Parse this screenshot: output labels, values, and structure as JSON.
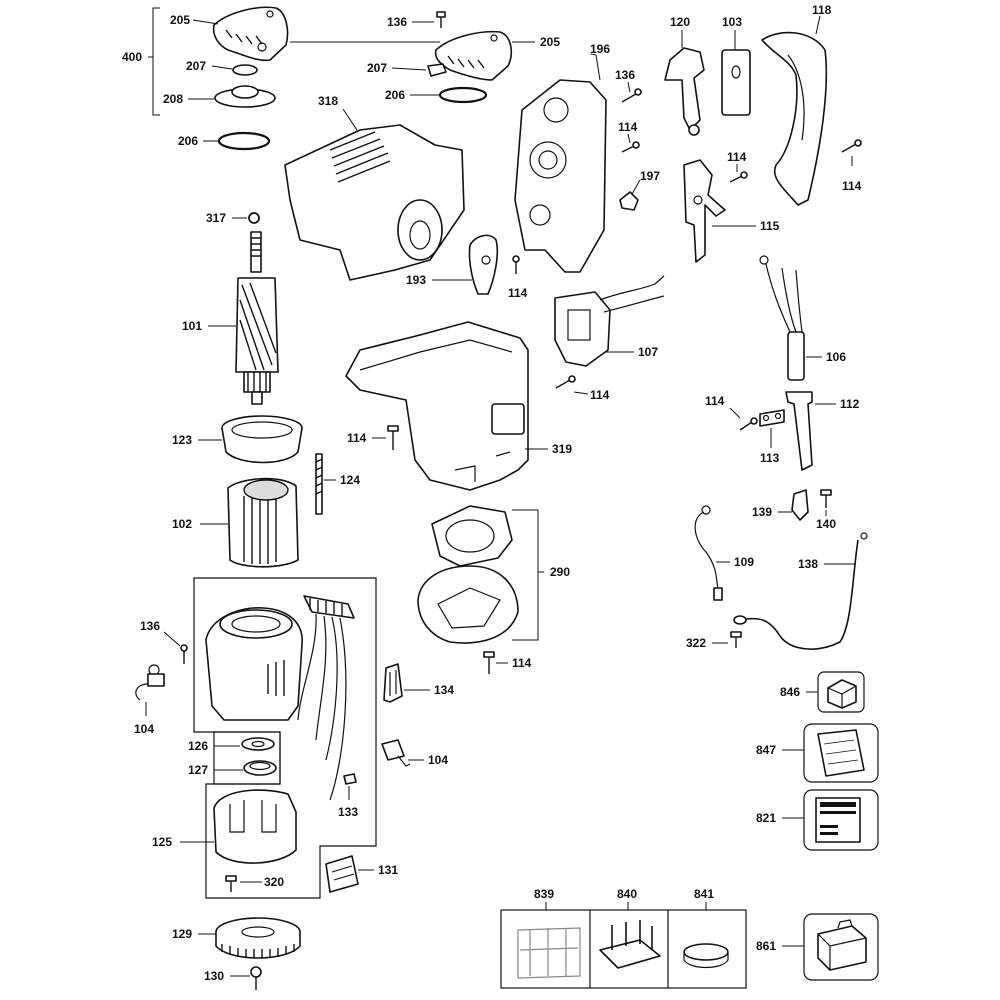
{
  "callouts": {
    "c400": "400",
    "c205a": "205",
    "c207a": "207",
    "c208": "208",
    "c206a": "206",
    "c136a": "136",
    "c205b": "205",
    "c207b": "207",
    "c206b": "206",
    "c196": "196",
    "c318": "318",
    "c136b": "136",
    "c114a": "114",
    "c120": "120",
    "c103": "103",
    "c118": "118",
    "c114b": "114",
    "c114c": "114",
    "c197": "197",
    "c115": "115",
    "c317": "317",
    "c193": "193",
    "c114d": "114",
    "c101": "101",
    "c106": "106",
    "c107": "107",
    "c114e": "114",
    "c114f": "114",
    "c112": "112",
    "c113": "113",
    "c123": "123",
    "c114g": "114",
    "c319": "319",
    "c124": "124",
    "c102": "102",
    "c139": "139",
    "c140": "140",
    "c109": "109",
    "c138": "138",
    "c290": "290",
    "c136c": "136",
    "c114h": "114",
    "c322": "322",
    "c846": "846",
    "c104a": "104",
    "c134": "134",
    "c847": "847",
    "c126": "126",
    "c127": "127",
    "c104b": "104",
    "c133": "133",
    "c821": "821",
    "c125": "125",
    "c320": "320",
    "c131": "131",
    "c839": "839",
    "c840": "840",
    "c841": "841",
    "c129": "129",
    "c861": "861",
    "c130": "130"
  }
}
